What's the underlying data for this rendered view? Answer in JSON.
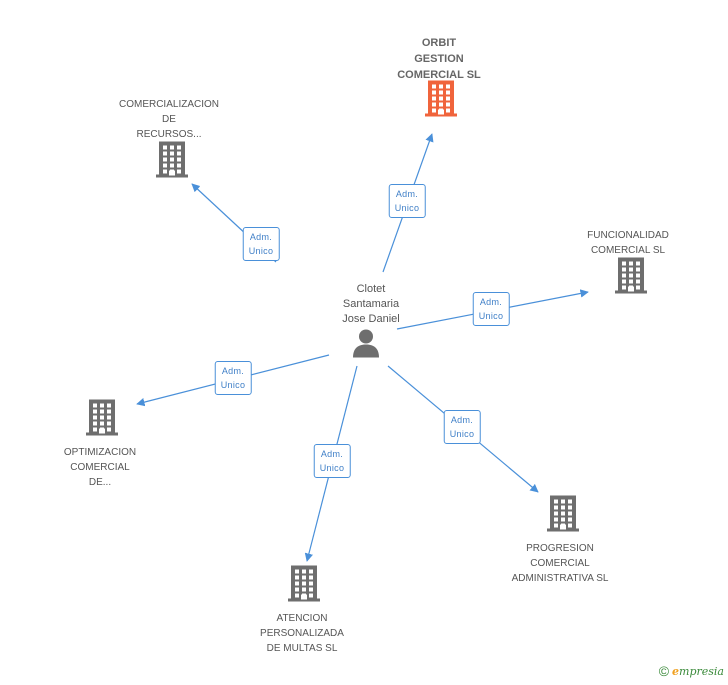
{
  "colors": {
    "edge": "#4a90d9",
    "company": "#6e6e6e",
    "highlight": "#f0643c",
    "person": "#6e6e6e"
  },
  "person": {
    "lines": [
      "Clotet",
      "Santamaria",
      "Jose Daniel"
    ],
    "icon": "person-icon"
  },
  "edge_label": [
    "Adm.",
    "Unico"
  ],
  "companies": [
    {
      "id": "orbit",
      "lines": [
        "ORBIT",
        "GESTION",
        "COMERCIAL SL"
      ],
      "highlight": true,
      "icon": "building-icon"
    },
    {
      "id": "comercializacion",
      "lines": [
        "COMERCIALIZACION",
        "DE",
        "RECURSOS..."
      ],
      "highlight": false,
      "icon": "building-icon"
    },
    {
      "id": "funcionalidad",
      "lines": [
        "FUNCIONALIDAD",
        "COMERCIAL SL"
      ],
      "highlight": false,
      "icon": "building-icon"
    },
    {
      "id": "optimizacion",
      "lines": [
        "OPTIMIZACION",
        "COMERCIAL",
        "DE..."
      ],
      "highlight": false,
      "icon": "building-icon"
    },
    {
      "id": "progresion",
      "lines": [
        "PROGRESION",
        "COMERCIAL",
        "ADMINISTRATIVA SL"
      ],
      "highlight": false,
      "icon": "building-icon"
    },
    {
      "id": "atencion",
      "lines": [
        "ATENCION",
        "PERSONALIZADA",
        "DE MULTAS SL"
      ],
      "highlight": false,
      "icon": "building-icon"
    }
  ],
  "footer": {
    "copyright": "©",
    "brand_first": "e",
    "brand_rest": "mpresia"
  }
}
